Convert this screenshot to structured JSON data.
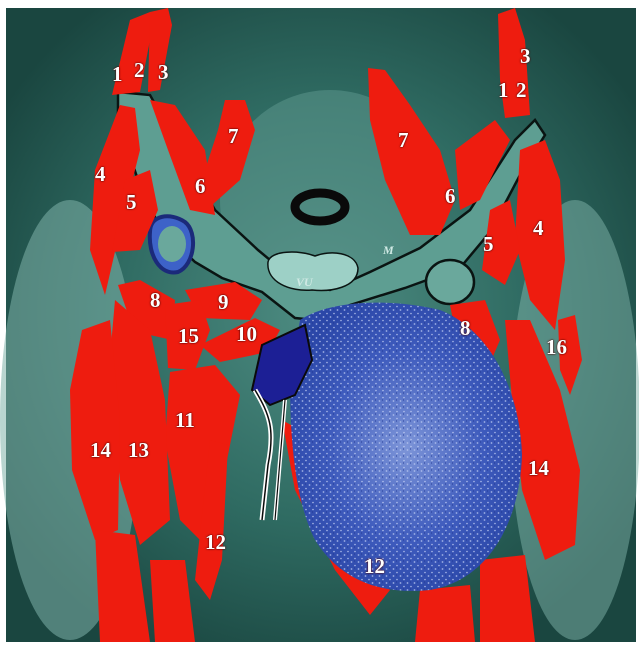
{
  "labels": {
    "l1a": "1",
    "l2a": "2",
    "l3a": "3",
    "l1b": "1",
    "l2b": "2",
    "l3b": "3",
    "l4a": "4",
    "l4b": "4",
    "l5a": "5",
    "l5b": "5",
    "l6a": "6",
    "l6b": "6",
    "l7a": "7",
    "l7b": "7",
    "l8a": "8",
    "l8b": "8",
    "l9": "9",
    "l10": "10",
    "l11": "11",
    "l12a": "12",
    "l12b": "12",
    "l13": "13",
    "l14a": "14",
    "l14b": "14",
    "l15": "15",
    "l16": "16",
    "tagM": "M",
    "tagVU": "VU"
  },
  "colors": {
    "background": "#2f6b62",
    "bone": "#5a9a8f",
    "muscle": "#ee1c0f",
    "tumor": "#3a56b8",
    "vessel": "#1c1f95",
    "outline": "#0a1412"
  }
}
